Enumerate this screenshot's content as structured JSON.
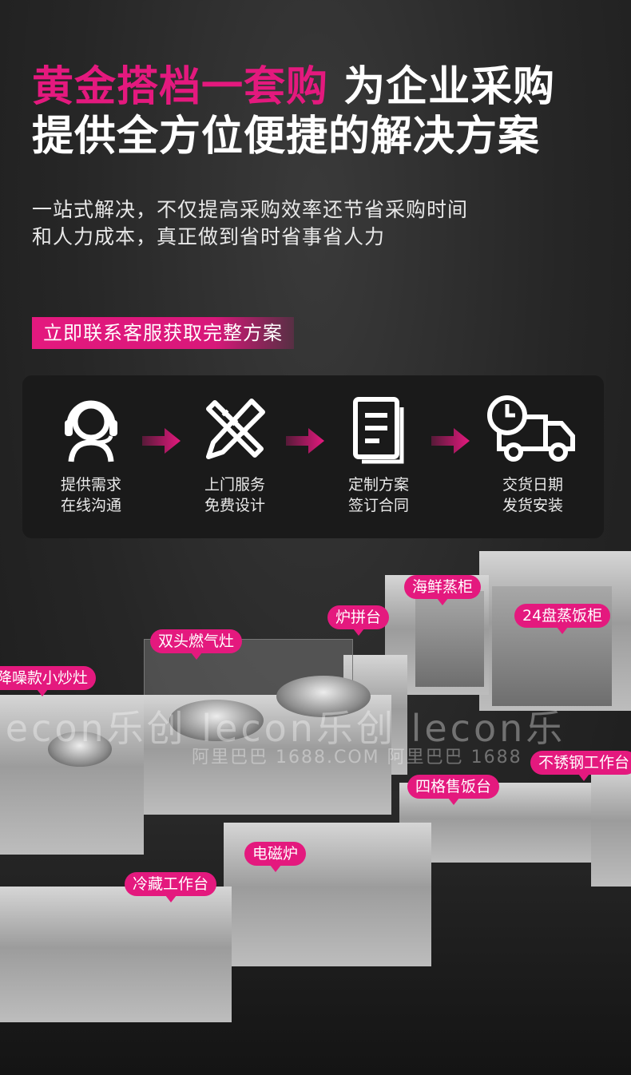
{
  "hero": {
    "title_pink": "黄金搭档一套购",
    "title_white": "为企业采购",
    "title_line2": "提供全方位便捷的解决方案"
  },
  "subtitle": {
    "line1": "一站式解决，不仅提高采购效率还节省采购时间",
    "line2": "和人力成本，真正做到省时省事省人力"
  },
  "cta": {
    "label": "立即联系客服获取完整方案"
  },
  "steps": [
    {
      "icon": "customer-service-icon",
      "line1": "提供需求",
      "line2": "在线沟通"
    },
    {
      "icon": "design-tools-icon",
      "line1": "上门服务",
      "line2": "免费设计"
    },
    {
      "icon": "contract-document-icon",
      "line1": "定制方案",
      "line2": "签订合同"
    },
    {
      "icon": "delivery-truck-icon",
      "line1": "交货日期",
      "line2": "发货安装"
    }
  ],
  "colors": {
    "accent": "#e4197e",
    "background": "#262626",
    "panel": "#1a1a1a"
  },
  "equipment_tags": [
    "海鲜蒸柜",
    "炉拼台",
    "24盘蒸饭柜",
    "双头燃气灶",
    "降噪款小炒灶",
    "不锈钢工作台",
    "四格售饭台",
    "电磁炉",
    "冷藏工作台"
  ],
  "watermark": {
    "brand": "lecon乐创 lecon乐创 lecon乐",
    "site": "阿里巴巴 1688.COM    阿里巴巴 1688"
  }
}
